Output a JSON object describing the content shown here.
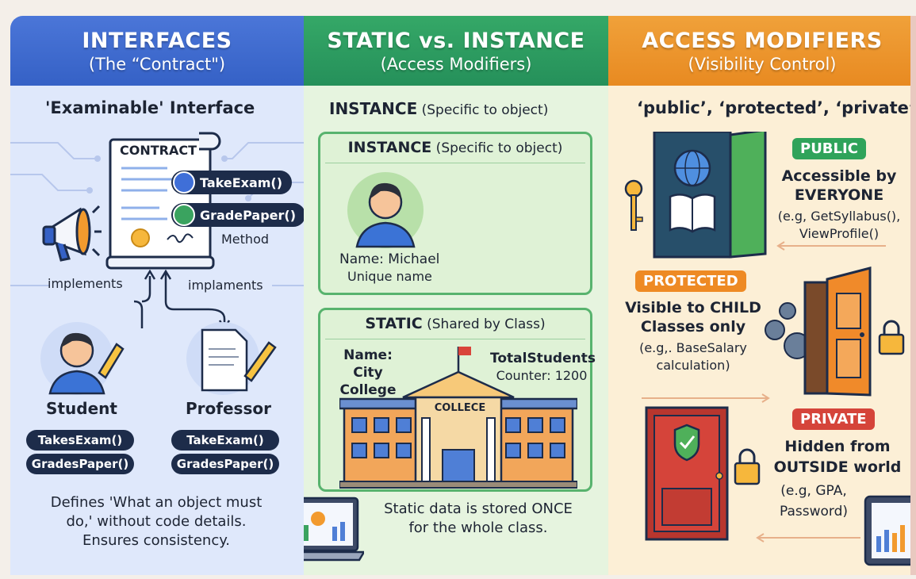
{
  "columns": {
    "interfaces": {
      "title": "INTERFACES",
      "subtitle": "(The “Contract\")",
      "section_title": "'Examinable' Interface",
      "contract_label": "CONTRACT",
      "methods": [
        "TakeExam()",
        "GradePaper()"
      ],
      "method_label": "Method",
      "arrow_left_label": "implements",
      "arrow_right_label": "implaments",
      "student": {
        "name": "Student",
        "methods": [
          "TakesExam()",
          "GradesPaper()"
        ]
      },
      "professor": {
        "name": "Professor",
        "methods": [
          "TakeExam()",
          "GradesPaper()"
        ]
      },
      "footer": [
        "Defines 'What an object must",
        "do,' without code details.",
        "Ensures consistency."
      ]
    },
    "static_instance": {
      "title": "STATIC vs. INSTANCE",
      "subtitle": "(Access Modifiers)",
      "section_title_bold": "INSTANCE",
      "section_title_rest": " (Specific to object)",
      "instance_box": {
        "title_bold": "INSTANCE",
        "title_rest": " (Specific to object)",
        "name_line": "Name: Michael",
        "desc_line": "Unique name"
      },
      "static_box": {
        "title_bold": "STATIC",
        "title_rest": " (Shared by Class)",
        "name_label": "Name:",
        "name_value": "City College",
        "counter_title": "TotalStudents",
        "counter_value": "Counter: 1200",
        "sign": "COLLECE"
      },
      "footer": [
        "Static data is stored ONCE",
        "for the whole class."
      ]
    },
    "access": {
      "title": "ACCESS MODIFIERS",
      "subtitle": "(Visibility Control)",
      "section_title": "‘public’, ‘protected’, ‘private’",
      "public": {
        "badge": "PUBLIC",
        "lines": [
          "Accessible by",
          "EVERYONE"
        ],
        "example": [
          "(e.g, GetSyllabus(),",
          "ViewProfile()"
        ]
      },
      "protected": {
        "badge": "PROTECTED",
        "lines": [
          "Visible to CHILD",
          "Classes only"
        ],
        "example": [
          "(e.g,. BaseSalary",
          "calculation)"
        ]
      },
      "private": {
        "badge": "PRIVATE",
        "lines": [
          "Hidden from",
          "OUTSIDE world"
        ],
        "example": [
          "(e.g, GPA,",
          "Password)"
        ]
      }
    }
  },
  "colors": {
    "blue_header": "#3561c6",
    "green_header": "#25905a",
    "orange_header": "#e88a21",
    "public_badge": "#2fa35a",
    "protected_badge": "#ee8a24",
    "private_badge": "#d5443a"
  }
}
